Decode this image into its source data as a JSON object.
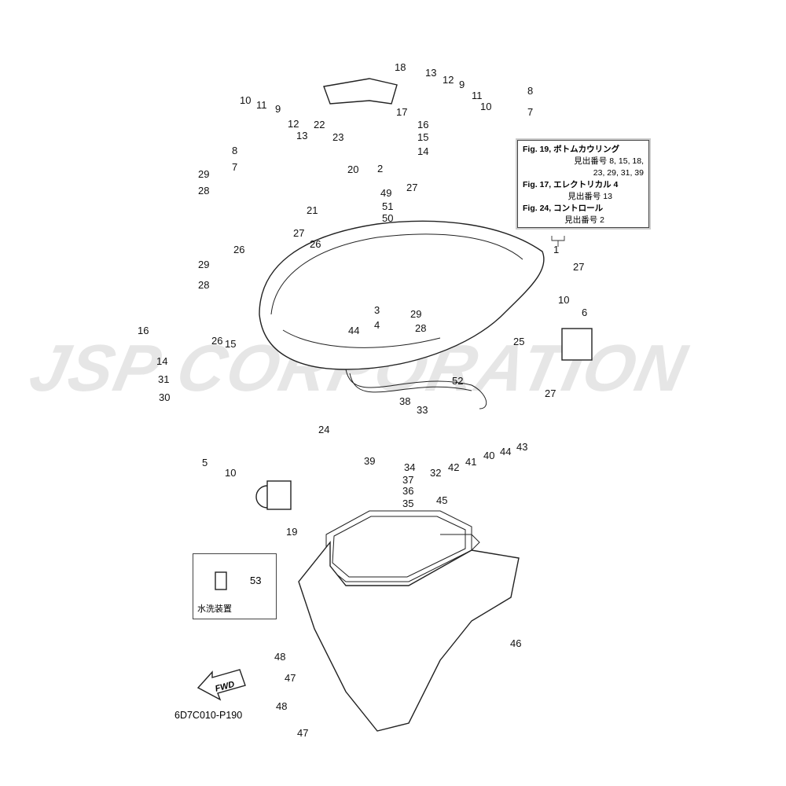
{
  "watermark": "JSP CORPORATION",
  "drawing_number": "6D7C010-P190",
  "fwd_label": "FWD",
  "wash_box": {
    "label": "水洗装置",
    "callout": "53"
  },
  "legend": {
    "line1": "Fig. 19, ボトムカウリング",
    "line2": "見出番号 8, 15, 18,",
    "line3": "23, 29, 31, 39",
    "line4": "Fig. 17, エレクトリカル 4",
    "line5": "見出番号 13",
    "line6": "Fig. 24, コントロール",
    "line7": "見出番号 2"
  },
  "callouts": [
    "18",
    "13",
    "12",
    "9",
    "8",
    "17",
    "11",
    "10",
    "7",
    "10",
    "11",
    "9",
    "12",
    "22",
    "16",
    "13",
    "23",
    "15",
    "14",
    "8",
    "2",
    "7",
    "20",
    "29",
    "28",
    "49",
    "27",
    "21",
    "51",
    "50",
    "27",
    "26",
    "26",
    "1",
    "29",
    "27",
    "28",
    "10",
    "3",
    "29",
    "6",
    "4",
    "28",
    "44",
    "16",
    "26",
    "15",
    "25",
    "14",
    "31",
    "52",
    "27",
    "30",
    "38",
    "33",
    "24",
    "43",
    "44",
    "40",
    "41",
    "42",
    "32",
    "39",
    "34",
    "5",
    "10",
    "37",
    "36",
    "35",
    "45",
    "19",
    "46",
    "48",
    "47",
    "48",
    "47"
  ]
}
